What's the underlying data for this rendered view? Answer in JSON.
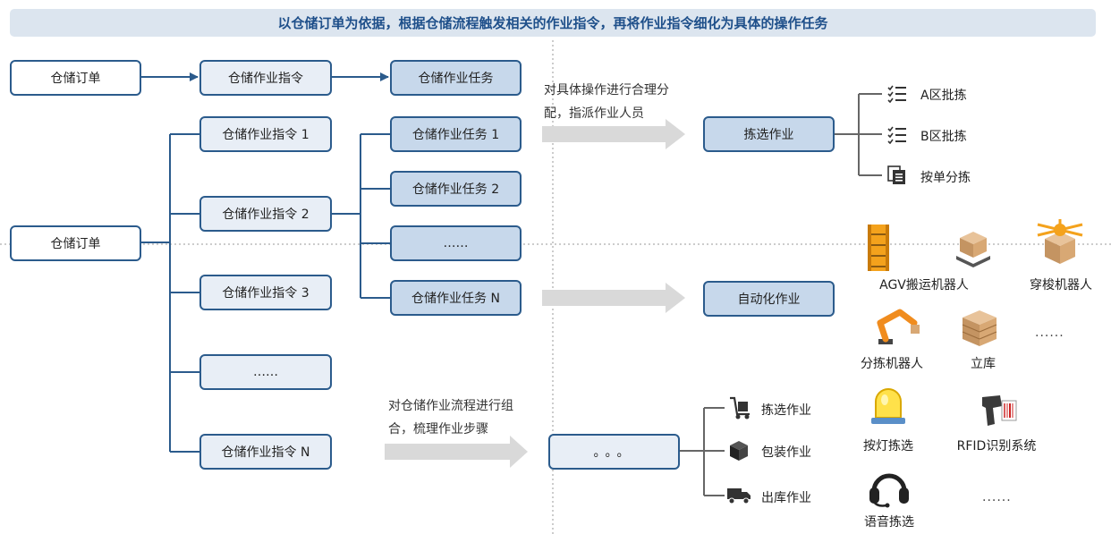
{
  "banner": "以仓储订单为依据，根据仓储流程触发相关的作业指令，再将作业指令细化为具体的操作任务",
  "top_row": [
    "仓储订单",
    "仓储作业指令",
    "仓储作业任务"
  ],
  "order": "仓储订单",
  "instructions": [
    "仓储作业指令 1",
    "仓储作业指令 2",
    "仓储作业指令 3",
    "……",
    "仓储作业指令 N"
  ],
  "tasks": [
    "仓储作业任务 1",
    "仓储作业任务 2",
    "……",
    "仓储作业任务 N"
  ],
  "notes": {
    "assign": [
      "对具体操作进行合理分",
      "配，指派作业人员"
    ],
    "combine": [
      "对仓储作业流程进行组",
      "合，梳理作业步骤"
    ]
  },
  "operations": {
    "picking": "拣选作业",
    "automation": "自动化作业",
    "combined": "。。。"
  },
  "picking_methods": [
    {
      "label": "A区批拣",
      "icon": "checklist-icon"
    },
    {
      "label": "B区批拣",
      "icon": "checklist-icon"
    },
    {
      "label": "按单分拣",
      "icon": "document-stack-icon"
    }
  ],
  "robots": {
    "agv": "AGV搬运机器人",
    "shuttle": "穿梭机器人",
    "sorting_arm": "分拣机器人",
    "warehouse": "立库",
    "more": "......"
  },
  "process_steps": [
    {
      "label": "拣选作业",
      "icon": "hand-truck-icon"
    },
    {
      "label": "包装作业",
      "icon": "package-icon"
    },
    {
      "label": "出库作业",
      "icon": "delivery-truck-icon"
    }
  ],
  "picking_tech": {
    "light": "按灯拣选",
    "rfid": "RFID识别系统",
    "voice": "语音拣选",
    "more": "......"
  },
  "colors": {
    "accent": "#2b5b8c",
    "box_fill": "#c7d8eb",
    "banner": "#dce5ef",
    "arrow_gray": "#d9d9d9"
  }
}
